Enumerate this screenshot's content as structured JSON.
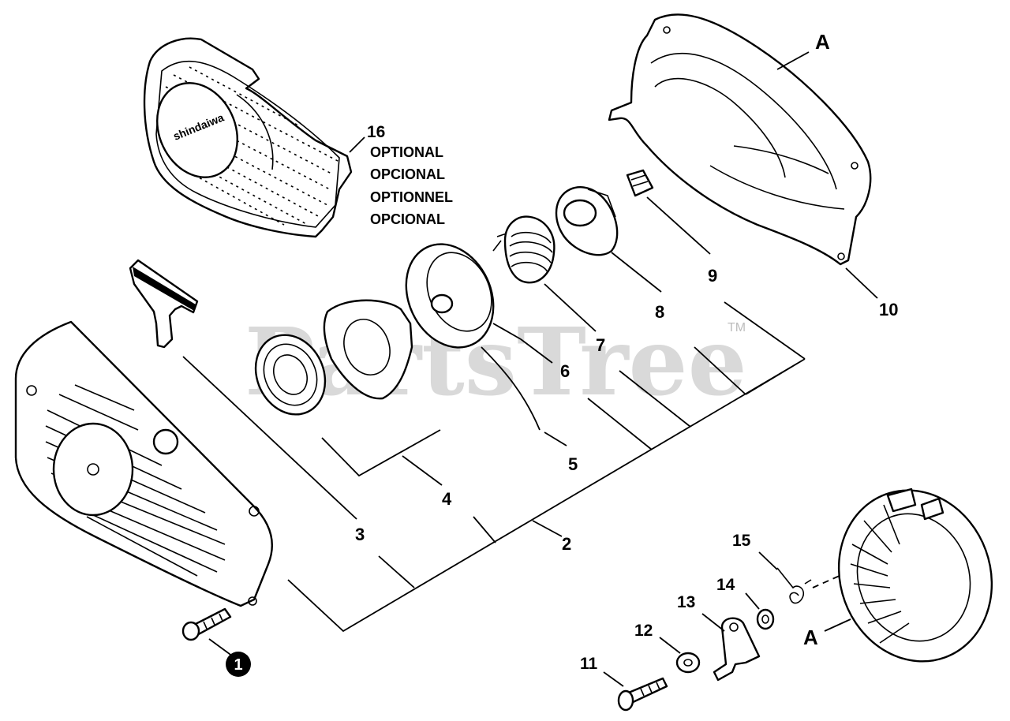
{
  "watermark": {
    "text": "PartsTree",
    "tm": "TM"
  },
  "callouts": {
    "c1": "1",
    "c2": "2",
    "c3": "3",
    "c4": "4",
    "c5": "5",
    "c6": "6",
    "c7": "7",
    "c8": "8",
    "c9": "9",
    "c10": "10",
    "c11": "11",
    "c12": "12",
    "c13": "13",
    "c14": "14",
    "c15": "15",
    "c16": "16",
    "a_top": "A",
    "a_bottom": "A"
  },
  "optional_note": [
    "OPTIONAL",
    "OPCIONAL",
    "OPTIONNEL",
    "OPCIONAL"
  ],
  "brand_on_cover": "shindaiwa",
  "colors": {
    "line": "#000000",
    "background": "#ffffff",
    "watermark": "#d9d9d9"
  }
}
